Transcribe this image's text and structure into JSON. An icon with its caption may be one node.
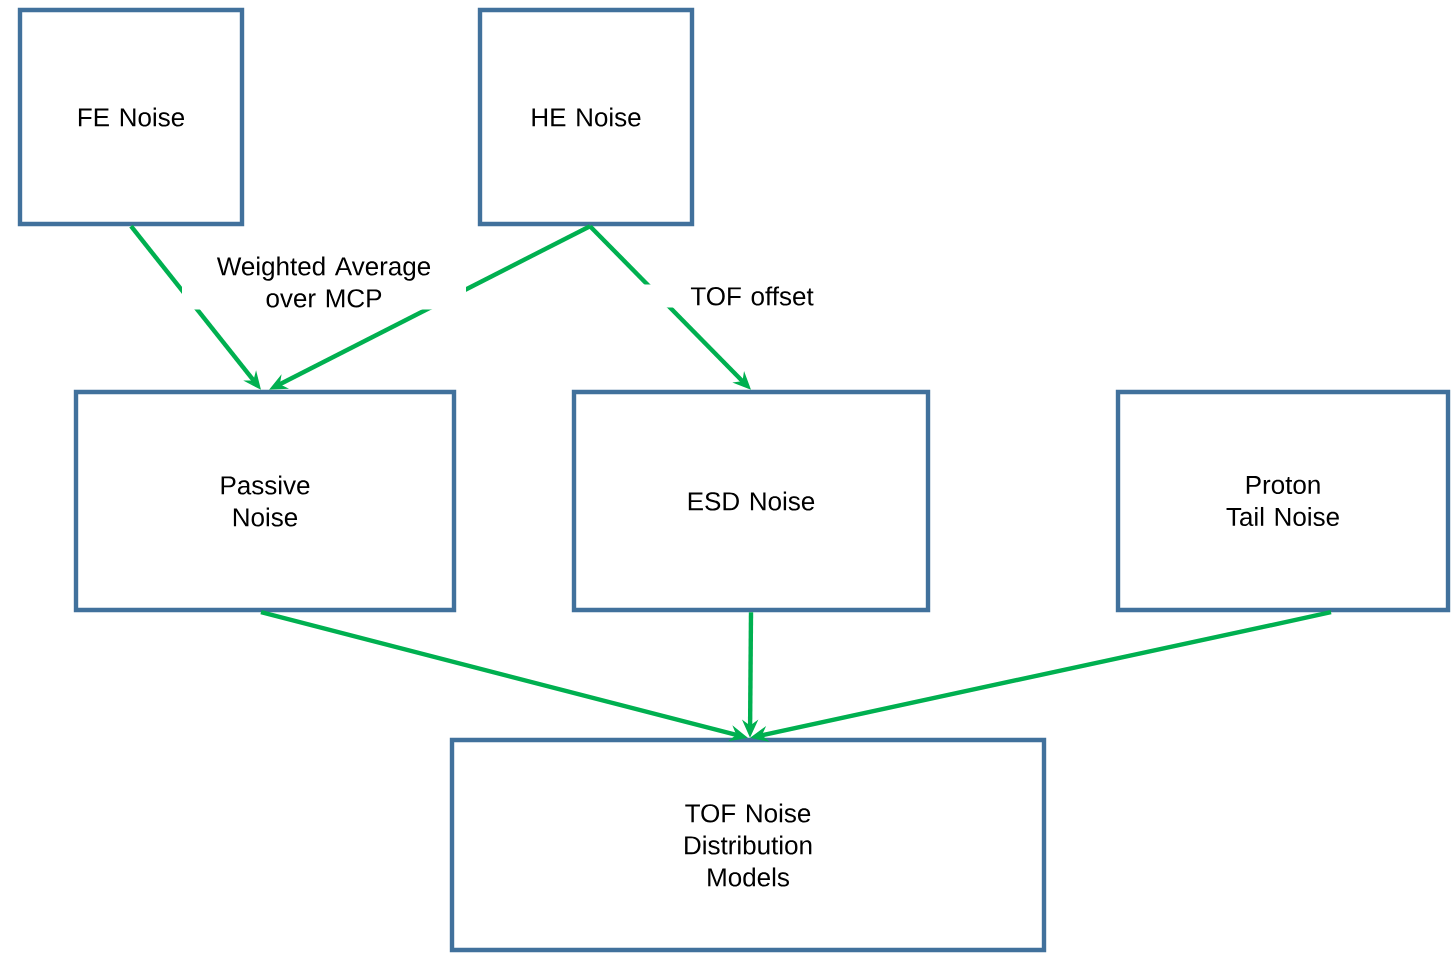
{
  "diagram": {
    "nodes": [
      {
        "text": [
          "FE Noise"
        ]
      },
      {
        "text": [
          "HE Noise"
        ]
      },
      {
        "text": [
          "Passive Noise"
        ]
      },
      {
        "text": [
          "ESD Noise"
        ]
      },
      {
        "text": [
          "Proton Tail Noise"
        ]
      },
      {
        "text": [
          "TOF Noise Distribution Models"
        ]
      }
    ],
    "edges": [
      {
        "from": 0,
        "to": 2,
        "arrow": "to"
      },
      {
        "from": 1,
        "to": 2,
        "arrow": "to",
        "label": "Weighted Average over MCP"
      },
      {
        "from": 1,
        "to": 3,
        "arrow": "to",
        "label": "TOF offset"
      },
      {
        "from": 2,
        "to": 5,
        "arrow": "to"
      },
      {
        "from": 3,
        "to": 5,
        "arrow": "to"
      },
      {
        "from": 4,
        "to": 5,
        "arrow": "to"
      }
    ]
  }
}
